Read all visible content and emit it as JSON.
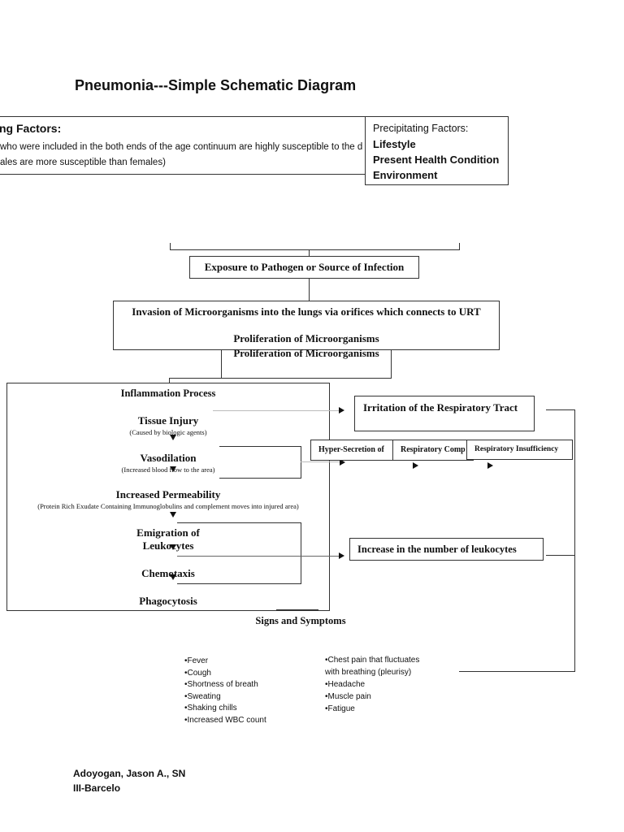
{
  "title": "Pneumonia---Simple Schematic Diagram",
  "predisposing": {
    "heading": "ng Factors:",
    "line1": "who were included in the both ends of the age continuum are highly susceptible to the d",
    "line2": "ales are more susceptible than females)"
  },
  "precipitating": {
    "heading": "Precipitating Factors:",
    "items": [
      "Lifestyle",
      "Present Health Condition",
      "Environment"
    ]
  },
  "flow": {
    "exposure": "Exposure to Pathogen or Source of Infection",
    "invasion": "Invasion of Microorganisms into the lungs via orifices which connects to URT",
    "proliferation_inner": "Proliferation of Microorganisms",
    "proliferation": "Proliferation of Microorganisms",
    "inflammation": {
      "heading": "Inflammation Process",
      "tissue_injury": "Tissue Injury",
      "tissue_injury_note": "(Caused by biologic agents)",
      "vasodilation": "Vasodilation",
      "vasodilation_note": "(Increased blood flow to the area)",
      "permeability": "Increased Permeability",
      "permeability_note": "(Protein Rich Exudate Containing Immunoglobulins and complement moves into injured area)",
      "emigration": "Emigration of",
      "leukocytes": "Leukocytes",
      "chemotaxis": "Chemotaxis",
      "phagocytosis": "Phagocytosis"
    },
    "irritation": "Irritation of the Respiratory Tract",
    "hypersecretion": "Hyper-Secretion of",
    "resp_comp": "Respiratory Comp",
    "resp_insufficiency": "Respiratory Insufficiency",
    "leukocyte_increase": "Increase in the number of leukocytes",
    "signs_heading": "Signs and Symptoms"
  },
  "symptoms_left": [
    "•Fever",
    "•Cough",
    "•Shortness of breath",
    "•Sweating",
    "•Shaking chills",
    "•Increased WBC count"
  ],
  "symptoms_right": [
    "•Chest pain that fluctuates",
    "with breathing (pleurisy)",
    "•Headache",
    "•Muscle pain",
    "•Fatigue"
  ],
  "author": {
    "name": "Adoyogan, Jason A., SN",
    "section": "III-Barcelo"
  }
}
